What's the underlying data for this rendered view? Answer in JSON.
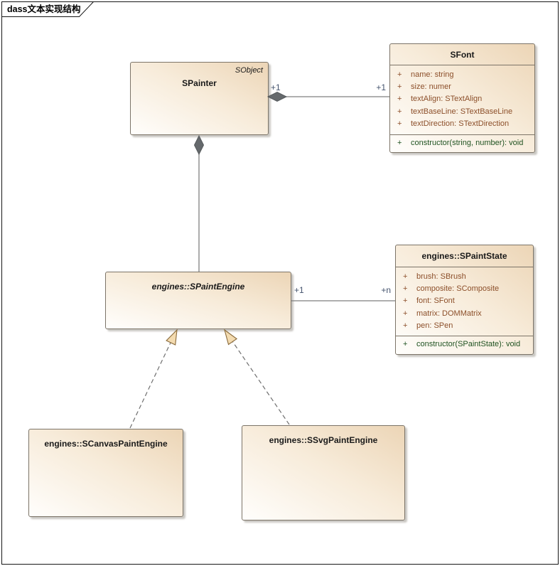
{
  "tab": {
    "title": "dass文本实现结构"
  },
  "colors": {
    "box_border": "#7c7468",
    "box_fill_light": "#fffefc",
    "box_fill_dark": "#ecd5b6",
    "attribute_text": "#8c4f2a",
    "operation_text": "#1f5220",
    "multiplicity_text": "#45546e",
    "diamond_fill": "#65696c",
    "arrowhead_fill": "#f3dbb0",
    "line": "#7f7f7f"
  },
  "classes": {
    "spainter": {
      "name": "SPainter",
      "stereotype": "SObject"
    },
    "sfont": {
      "name": "SFont",
      "attributes": [
        {
          "vis": "+",
          "text": "name: string"
        },
        {
          "vis": "+",
          "text": "size: numer"
        },
        {
          "vis": "+",
          "text": "textAlign: STextAlign"
        },
        {
          "vis": "+",
          "text": "textBaseLine: STextBaseLine"
        },
        {
          "vis": "+",
          "text": "textDirection: STextDirection"
        }
      ],
      "operations": [
        {
          "vis": "+",
          "text": "constructor(string, number): void"
        }
      ]
    },
    "spaintstate": {
      "name": "engines::SPaintState",
      "attributes": [
        {
          "vis": "+",
          "text": "brush: SBrush"
        },
        {
          "vis": "+",
          "text": "composite: SComposite"
        },
        {
          "vis": "+",
          "text": "font: SFont"
        },
        {
          "vis": "+",
          "text": "matrix: DOMMatrix"
        },
        {
          "vis": "+",
          "text": "pen: SPen"
        }
      ],
      "operations": [
        {
          "vis": "+",
          "text": "constructor(SPaintState): void"
        }
      ]
    },
    "spaintengine": {
      "name": "engines::SPaintEngine"
    },
    "scanvaspaintengine": {
      "name": "engines::SCanvasPaintEngine"
    },
    "ssvgpaintengine": {
      "name": "engines::SSvgPaintEngine"
    }
  },
  "connectors": {
    "painter_font": {
      "type": "composition",
      "source_mult": "+1",
      "target_mult": "+1"
    },
    "painter_engine": {
      "type": "composition"
    },
    "engine_state": {
      "type": "association",
      "source_mult": "+1",
      "target_mult": "+n"
    },
    "canvas_engine": {
      "type": "realization"
    },
    "svg_engine": {
      "type": "realization"
    }
  }
}
